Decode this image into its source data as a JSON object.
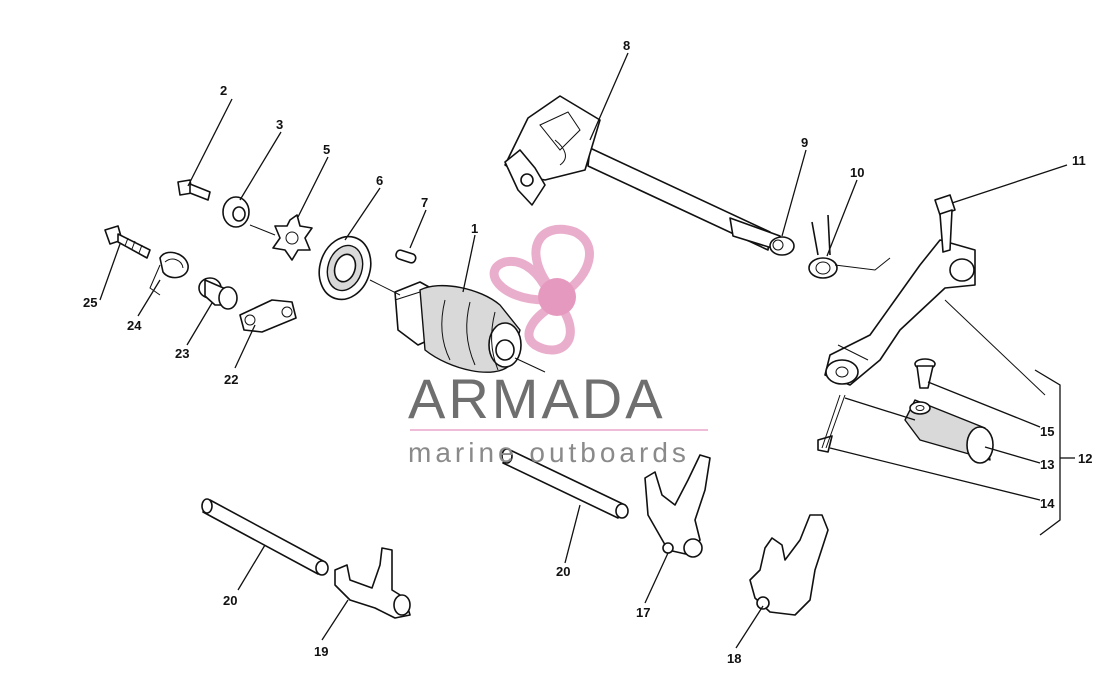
{
  "watermark": {
    "title": "ARMADA",
    "subtitle": "marine outboards",
    "title_color": "#6f6f6f",
    "subtitle_color": "#8a8a8a",
    "logo_color": "#e8a6c8",
    "logo_hub_color": "#e48fb8"
  },
  "callouts": [
    {
      "id": "c1",
      "label": "1"
    },
    {
      "id": "c2",
      "label": "2"
    },
    {
      "id": "c3",
      "label": "3"
    },
    {
      "id": "c5",
      "label": "5"
    },
    {
      "id": "c6",
      "label": "6"
    },
    {
      "id": "c7",
      "label": "7"
    },
    {
      "id": "c8",
      "label": "8"
    },
    {
      "id": "c9",
      "label": "9"
    },
    {
      "id": "c10",
      "label": "10"
    },
    {
      "id": "c11",
      "label": "11"
    },
    {
      "id": "c12",
      "label": "12"
    },
    {
      "id": "c13",
      "label": "13"
    },
    {
      "id": "c14",
      "label": "14"
    },
    {
      "id": "c15",
      "label": "15"
    },
    {
      "id": "c17",
      "label": "17"
    },
    {
      "id": "c18",
      "label": "18"
    },
    {
      "id": "c19",
      "label": "19"
    },
    {
      "id": "c20a",
      "label": "20"
    },
    {
      "id": "c20b",
      "label": "20"
    },
    {
      "id": "c22",
      "label": "22"
    },
    {
      "id": "c23",
      "label": "23"
    },
    {
      "id": "c24",
      "label": "24"
    },
    {
      "id": "c25",
      "label": "25"
    }
  ]
}
